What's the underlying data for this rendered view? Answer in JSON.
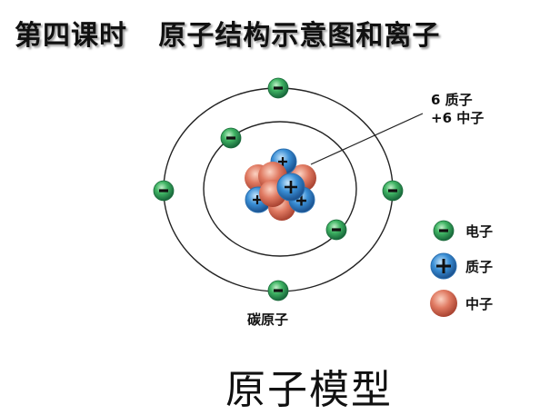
{
  "header": {
    "title": "第四课时   原子结构示意图和离子"
  },
  "diagram": {
    "atom_name": "碳原子",
    "callout": {
      "line1": "6 质子",
      "line2": "+6 中子"
    },
    "electron_count": 6,
    "proton_count": 6,
    "neutron_count": 6,
    "colors": {
      "electron": "#2e9a4e",
      "proton": "#2f7fc4",
      "neutron": "#d9715a",
      "orbit": "#222222"
    }
  },
  "legend": {
    "items": [
      {
        "icon": "electron-icon",
        "label": "电子"
      },
      {
        "icon": "proton-icon",
        "label": "质子"
      },
      {
        "icon": "neutron-icon",
        "label": "中子"
      }
    ]
  },
  "footer": {
    "caption": "原子模型"
  }
}
